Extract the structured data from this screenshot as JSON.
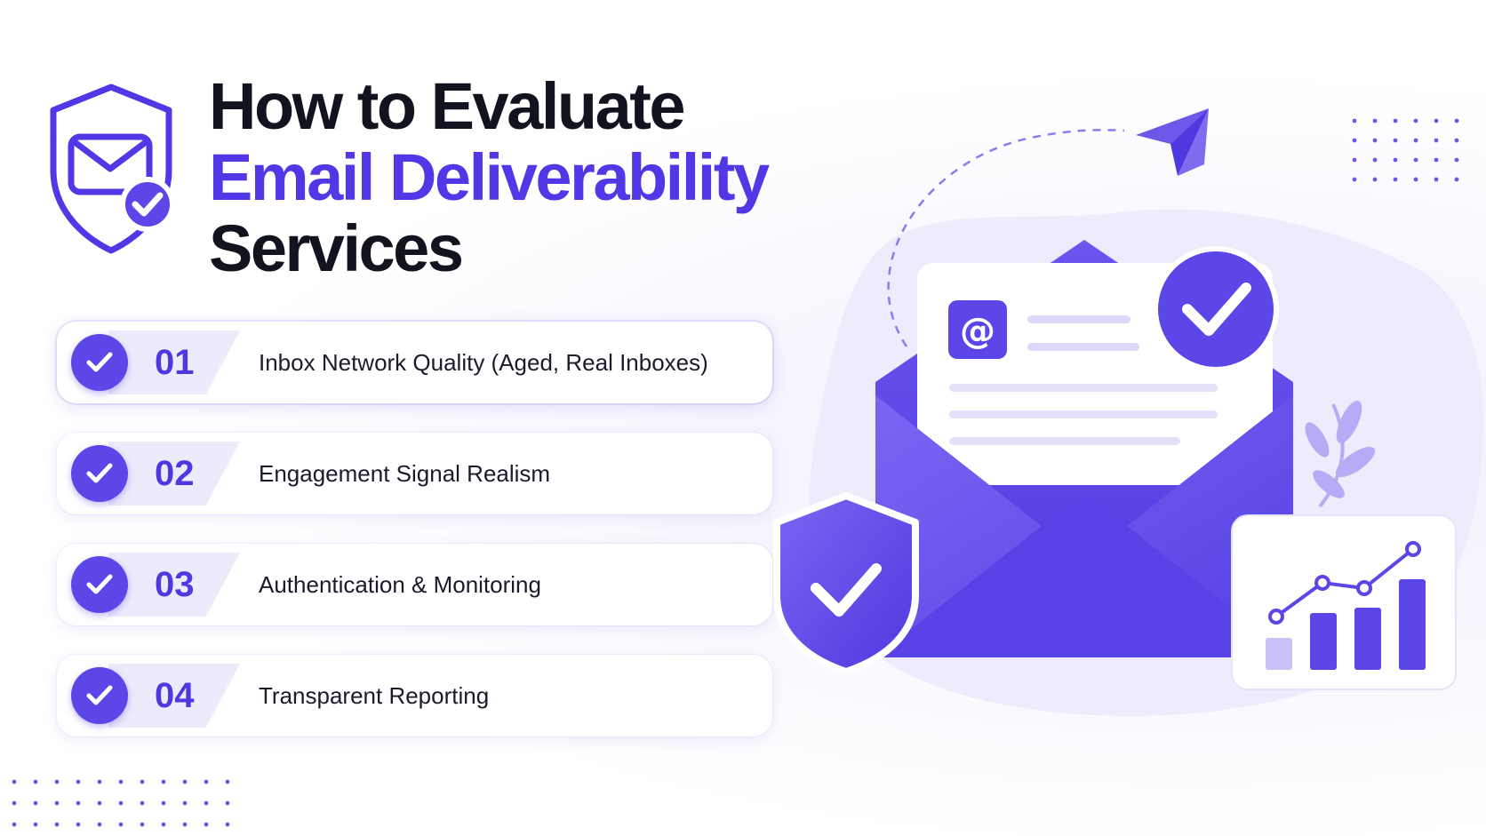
{
  "title": {
    "line1": "How to Evaluate",
    "line2": "Email Deliverability",
    "line3": "Services"
  },
  "items": [
    {
      "number": "01",
      "label": "Inbox Network Quality (Aged, Real Inboxes)"
    },
    {
      "number": "02",
      "label": "Engagement Signal Realism"
    },
    {
      "number": "03",
      "label": "Authentication & Monitoring"
    },
    {
      "number": "04",
      "label": "Transparent Reporting"
    }
  ],
  "illustration": {
    "email_symbol": "@",
    "icons": [
      "paper-plane-icon",
      "envelope-icon",
      "check-badge-icon",
      "shield-check-icon",
      "bar-chart-icon",
      "leaf-icon"
    ]
  },
  "colors": {
    "accent": "#5038e6",
    "accent_light": "#ecebfb",
    "text_dark": "#11131f"
  }
}
